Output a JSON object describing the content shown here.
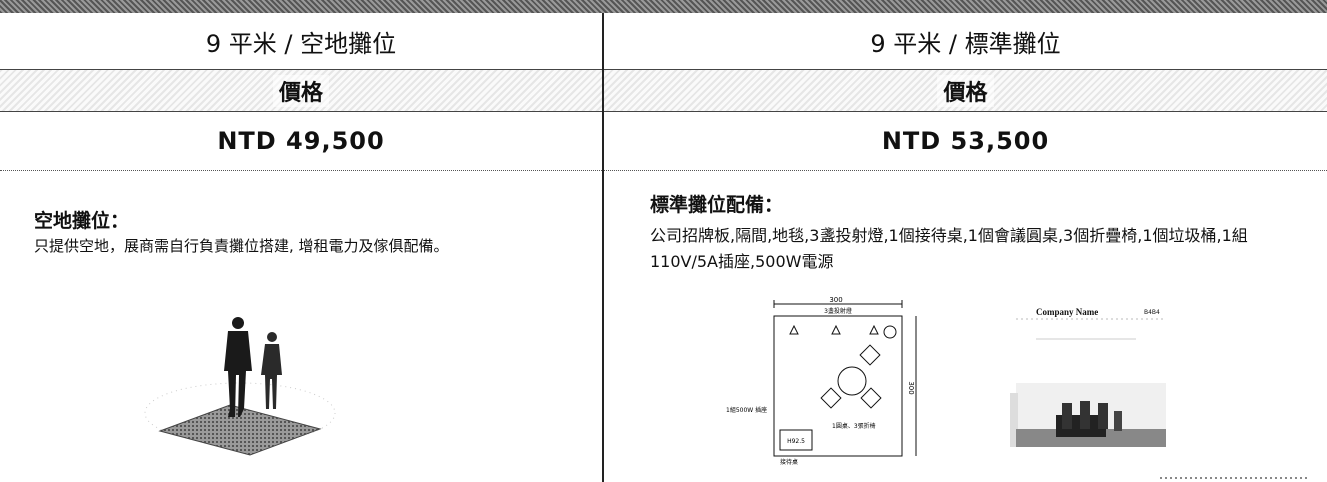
{
  "left": {
    "title": "9 平米 / 空地攤位",
    "price_label": "價格",
    "price": "NTD 49,500",
    "desc_heading": "空地攤位：",
    "desc_text": "只提供空地，展商需自行負責攤位搭建, 增租電力及傢俱配備。"
  },
  "right": {
    "title": "9 平米 / 標準攤位",
    "price_label": "價格",
    "price": "NTD 53,500",
    "desc_heading": "標準攤位配備：",
    "desc_text": "公司招牌板,隔間,地毯,3盞投射燈,1個接待桌,1個會議圓桌,3個折疊椅,1個垃圾桶,1組110V/5A插座,500W電源",
    "floor_plan": {
      "width_label": "300",
      "lights_label": "3盞投射燈",
      "height_label": "300",
      "outlet_label": "1組500W 插座",
      "furniture_label": "1圓桌、3張折椅",
      "desk_code": "H92.5",
      "desk_label": "接待桌"
    },
    "photo": {
      "company_name": "Company Name",
      "booth_code": "B4B4"
    }
  }
}
